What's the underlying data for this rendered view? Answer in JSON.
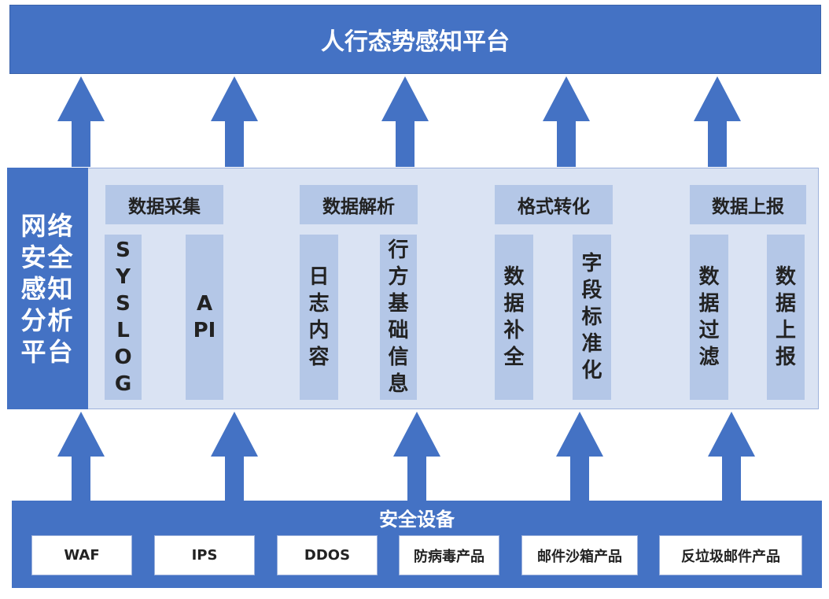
{
  "top_banner": {
    "title": "人行态势感知平台"
  },
  "platform": {
    "side_label": "网络安全感知分析平台"
  },
  "groups": [
    {
      "header": "数据采集",
      "items": [
        "SYSLOG",
        "API"
      ]
    },
    {
      "header": "数据解析",
      "items": [
        "日志内容",
        "行方基础信息"
      ]
    },
    {
      "header": "格式转化",
      "items": [
        "数据补全",
        "字段标准化"
      ]
    },
    {
      "header": "数据上报",
      "items": [
        "数据过滤",
        "数据上报"
      ]
    }
  ],
  "devices": {
    "title": "安全设备",
    "items": [
      "WAF",
      "IPS",
      "DDOS",
      "防病毒产品",
      "邮件沙箱产品",
      "反垃圾邮件产品"
    ]
  },
  "colors": {
    "primary": "#4472C4",
    "light": "#DAE3F3",
    "box": "#B4C7E7"
  }
}
